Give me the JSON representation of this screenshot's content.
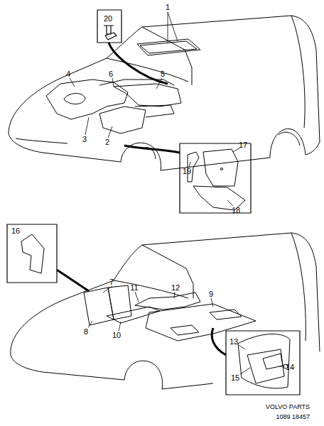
{
  "diagram": {
    "labels": [
      "20",
      "1",
      "4",
      "6",
      "5",
      "3",
      "2",
      "17",
      "19",
      "18",
      "16",
      "7",
      "11",
      "12",
      "9",
      "8",
      "10",
      "13",
      "14",
      "15",
      "VOLVO PARTS",
      "1089 18457"
    ]
  }
}
